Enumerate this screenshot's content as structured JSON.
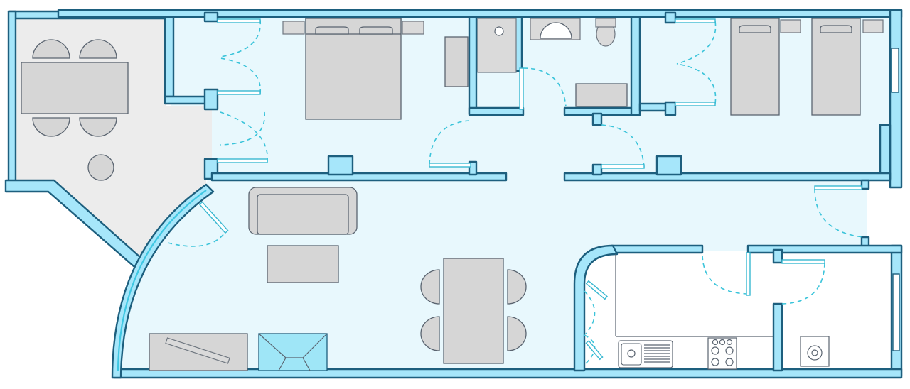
{
  "colors": {
    "interior_floor": "#e8f8fd",
    "terrace_floor": "#ececec",
    "wall_fill": "#a6e6fa",
    "wall_outline": "#1d5f7e",
    "furniture": "#d6d6d6",
    "door_swing": "#3bc4da",
    "shower_tray": "#9fe6f7"
  },
  "icons": [
    "floor-plan",
    "door-swing",
    "bed",
    "sofa",
    "table",
    "chair",
    "toilet",
    "sink",
    "shower",
    "hob",
    "washing-machine"
  ]
}
